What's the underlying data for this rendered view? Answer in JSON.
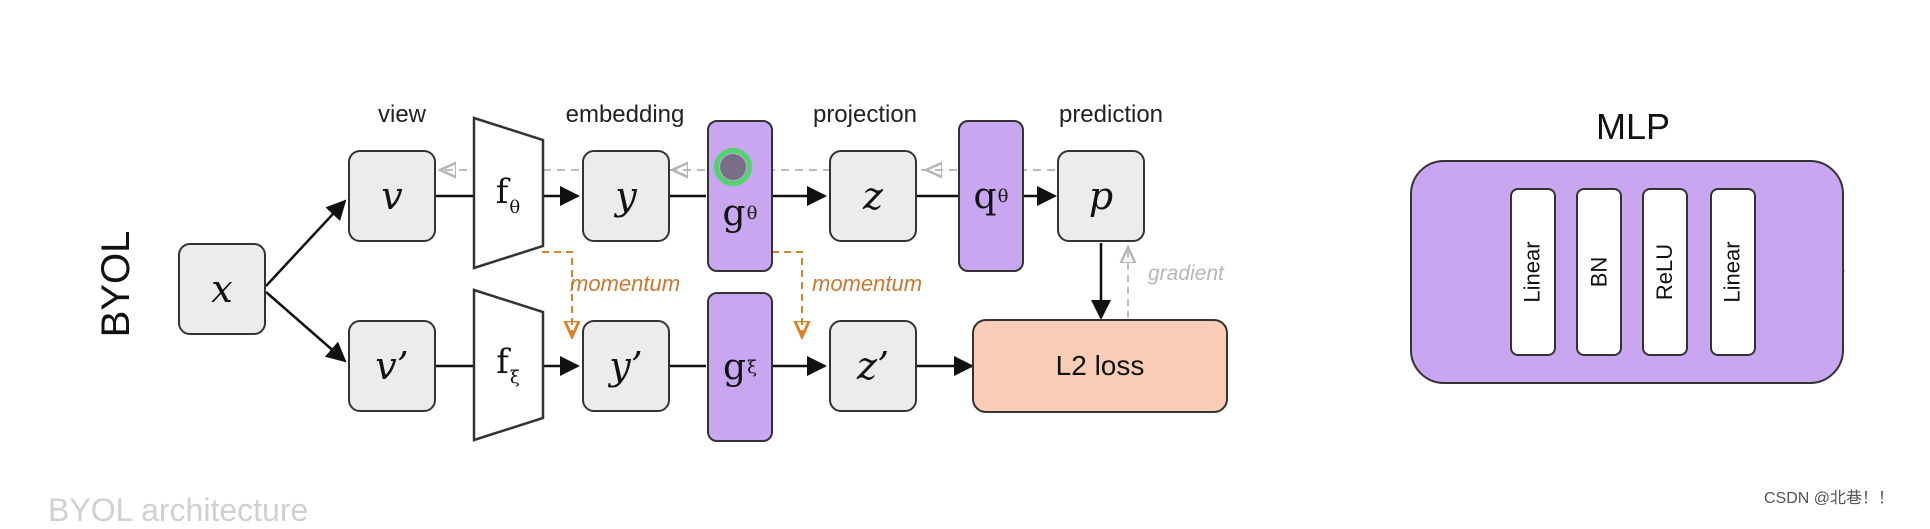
{
  "diagram": {
    "side_title": "BYOL",
    "column_labels": {
      "view": "view",
      "embedding": "embedding",
      "projection": "projection",
      "prediction": "prediction"
    },
    "nodes": {
      "x": "x",
      "v": "v",
      "v_prime": "v’",
      "y": "y",
      "y_prime": "y’",
      "z": "z",
      "z_prime": "z’",
      "p": "p",
      "loss": "L2 loss"
    },
    "encoders": {
      "online": {
        "base": "f",
        "sub": "θ"
      },
      "target": {
        "base": "f",
        "sub": "ξ"
      }
    },
    "projectors": {
      "online": {
        "base": "g",
        "sub": "θ"
      },
      "target": {
        "base": "g",
        "sub": "ξ"
      }
    },
    "predictor": {
      "base": "q",
      "sub": "θ"
    },
    "momentum_label_1": "momentum",
    "momentum_label_2": "momentum",
    "gradient_label": "gradient",
    "colors": {
      "purple": "#c9a6f0",
      "box_gray": "#ececec",
      "loss_peach": "#f9cdb6",
      "momentum_orange": "#d9822b",
      "gradient_gray": "#bdbdbd"
    }
  },
  "mlp": {
    "title": "MLP",
    "layers": [
      "Linear",
      "BN",
      "ReLU",
      "Linear"
    ]
  },
  "caption": "BYOL architecture",
  "watermark": "CSDN @北巷！！"
}
